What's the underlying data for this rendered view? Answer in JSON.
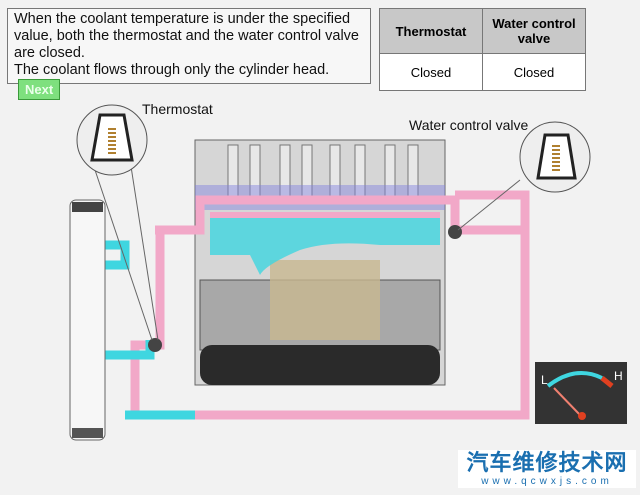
{
  "description": {
    "lines": [
      "When the coolant temperature is under the specified value, both the thermostat and the water control valve are closed.",
      "The coolant flows through only the cylinder head."
    ],
    "next_label": "Next"
  },
  "status_table": {
    "headers": [
      "Thermostat",
      "Water control valve"
    ],
    "values": [
      "Closed",
      "Closed"
    ]
  },
  "diagram": {
    "thermostat_label": "Thermostat",
    "valve_label": "Water control valve",
    "colors": {
      "hot": "#f2a8c8",
      "cold": "#3fd6e0"
    }
  },
  "gauge": {
    "low_label": "L",
    "high_label": "H",
    "level": 0.05
  },
  "watermark": {
    "title": "汽车维修技术网",
    "url": "www.qcwxjs.com"
  }
}
